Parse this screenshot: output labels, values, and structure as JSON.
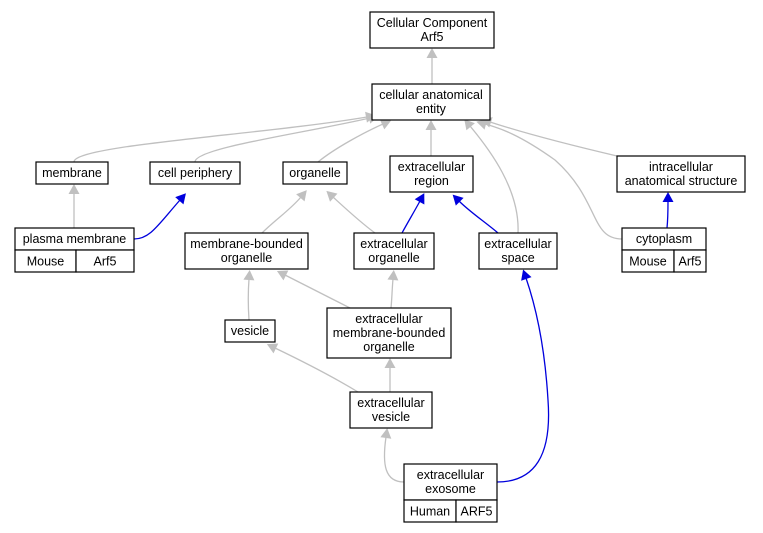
{
  "colors": {
    "gray_edge": "#c0c0c0",
    "blue_edge": "#0000dd",
    "mouse_fill": "#add8e6",
    "human_fill": "#f4624a",
    "node_fill": "#ffffff",
    "node_stroke": "#000000"
  },
  "nodes": {
    "root": {
      "lines": [
        "Cellular Component",
        "Arf5"
      ]
    },
    "cae": {
      "lines": [
        "cellular anatomical",
        "entity"
      ]
    },
    "membrane": {
      "lines": [
        "membrane"
      ]
    },
    "cellperiphery": {
      "lines": [
        "cell periphery"
      ]
    },
    "organelle": {
      "lines": [
        "organelle"
      ]
    },
    "ecregion": {
      "lines": [
        "extracellular",
        "region"
      ]
    },
    "intracellular": {
      "lines": [
        "intracellular",
        "anatomical structure"
      ]
    },
    "plasmamembrane": {
      "lines": [
        "plasma membrane"
      ],
      "cells": [
        "Mouse",
        "Arf5"
      ]
    },
    "mbo": {
      "lines": [
        "membrane-bounded",
        "organelle"
      ]
    },
    "ecorganelle": {
      "lines": [
        "extracellular",
        "organelle"
      ]
    },
    "ecspace": {
      "lines": [
        "extracellular",
        "space"
      ]
    },
    "cytoplasm": {
      "lines": [
        "cytoplasm"
      ],
      "cells": [
        "Mouse",
        "Arf5"
      ]
    },
    "vesicle": {
      "lines": [
        "vesicle"
      ]
    },
    "ecmbo": {
      "lines": [
        "extracellular",
        "membrane-bounded",
        "organelle"
      ]
    },
    "ecvesicle": {
      "lines": [
        "extracellular",
        "vesicle"
      ]
    },
    "exosome": {
      "lines": [
        "extracellular",
        "exosome"
      ],
      "cells": [
        "Human",
        "ARF5"
      ]
    }
  },
  "edges": [
    {
      "from": "cae",
      "to": "root",
      "color": "gray"
    },
    {
      "from": "membrane",
      "to": "cae",
      "color": "gray"
    },
    {
      "from": "cellperiphery",
      "to": "cae",
      "color": "gray"
    },
    {
      "from": "organelle",
      "to": "cae",
      "color": "gray"
    },
    {
      "from": "ecregion",
      "to": "cae",
      "color": "gray"
    },
    {
      "from": "intracellular",
      "to": "cae",
      "color": "gray"
    },
    {
      "from": "ecspace",
      "to": "cae",
      "color": "gray"
    },
    {
      "from": "cytoplasm",
      "to": "cae",
      "color": "gray"
    },
    {
      "from": "plasmamembrane",
      "to": "membrane",
      "color": "gray"
    },
    {
      "from": "plasmamembrane",
      "to": "cellperiphery",
      "color": "blue"
    },
    {
      "from": "mbo",
      "to": "organelle",
      "color": "gray"
    },
    {
      "from": "ecorganelle",
      "to": "organelle",
      "color": "gray"
    },
    {
      "from": "ecorganelle",
      "to": "ecregion",
      "color": "blue"
    },
    {
      "from": "ecspace",
      "to": "ecregion",
      "color": "blue"
    },
    {
      "from": "cytoplasm",
      "to": "intracellular",
      "color": "blue"
    },
    {
      "from": "vesicle",
      "to": "mbo",
      "color": "gray"
    },
    {
      "from": "ecmbo",
      "to": "mbo",
      "color": "gray"
    },
    {
      "from": "ecmbo",
      "to": "ecorganelle",
      "color": "gray"
    },
    {
      "from": "ecvesicle",
      "to": "vesicle",
      "color": "gray"
    },
    {
      "from": "ecvesicle",
      "to": "ecmbo",
      "color": "gray"
    },
    {
      "from": "exosome",
      "to": "ecvesicle",
      "color": "gray"
    },
    {
      "from": "exosome",
      "to": "ecspace",
      "color": "blue"
    }
  ]
}
